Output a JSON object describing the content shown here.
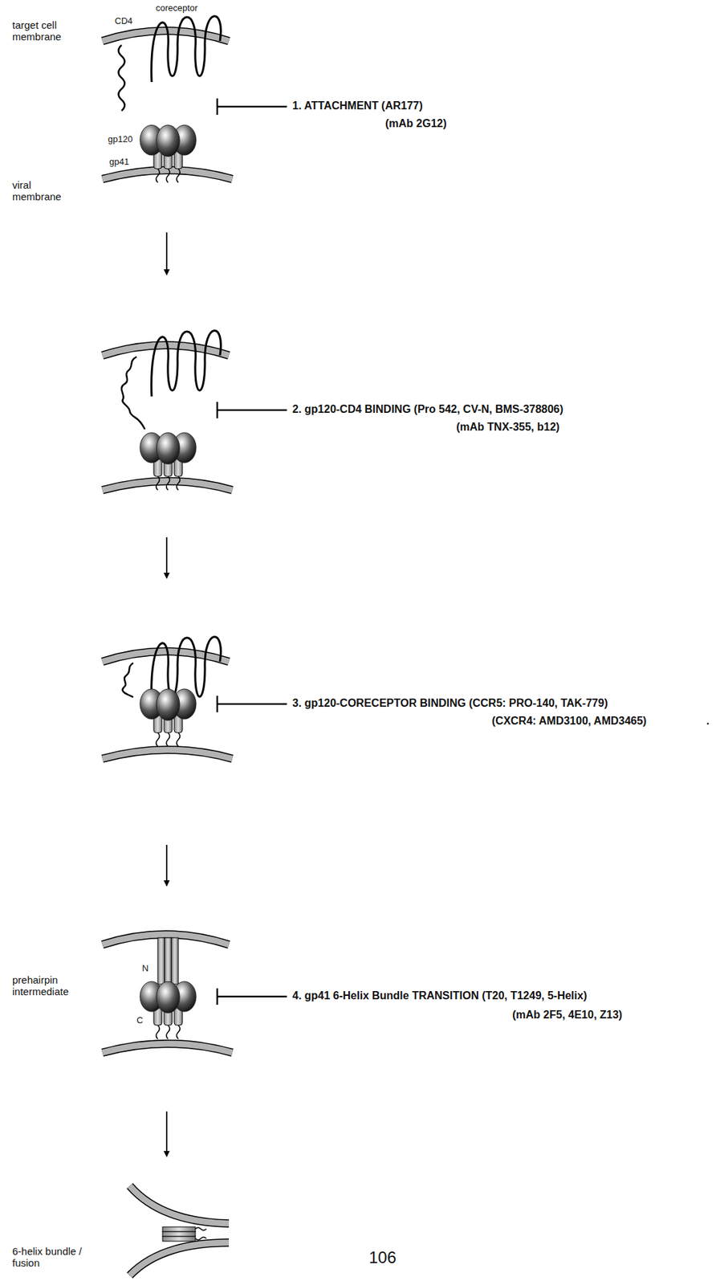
{
  "diagram": {
    "labels": [
      "target cell membrane",
      "CD4",
      "coreceptor",
      "1. ATTACHMENT (AR177)",
      "(mAb 2G12)",
      "gp120",
      "gp41",
      "viral membrane",
      "2. gp120-CD4 BINDING (Pro 542, CV-N, BMS-378806)",
      "(mAb TNX-355, b12)",
      "3. gp120-CORECEPTOR BINDING (CCR5: PRO-140, TAK-779)",
      "(CXCR4: AMD3100, AMD3465)",
      ".",
      "prehairpin intermediate",
      "N",
      "C",
      "4. gp41 6-Helix Bundle TRANSITION (T20, T1249, 5-Helix)",
      "(mAb 2F5, 4E10, Z13)",
      "6-helix bundle / fusion",
      "106"
    ]
  }
}
